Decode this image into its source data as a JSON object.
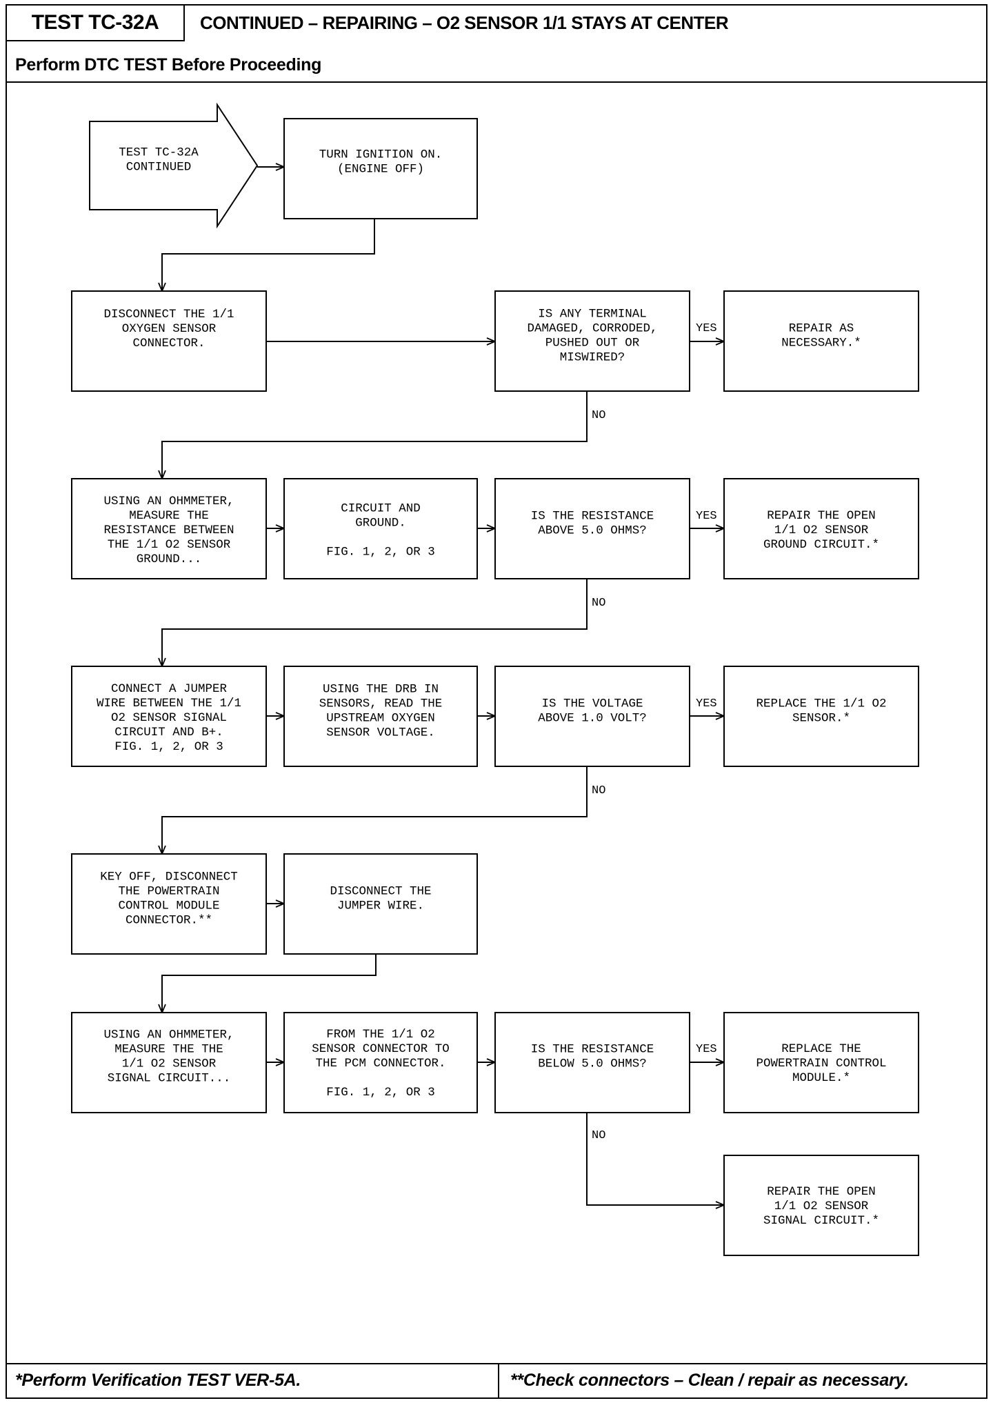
{
  "header": {
    "test_id": "TEST TC-32A",
    "title": "CONTINUED – REPAIRING – O2 SENSOR 1/1 STAYS AT CENTER",
    "subtitle": "Perform DTC TEST Before Proceeding"
  },
  "footer": {
    "left": "*Perform Verification TEST VER-5A.",
    "right": "**Check connectors – Clean / repair as necessary."
  },
  "flow": {
    "start": [
      "TEST TC-32A",
      "CONTINUED"
    ],
    "b1": [
      "TURN IGNITION ON.",
      "(ENGINE OFF)"
    ],
    "b2": [
      "DISCONNECT THE 1/1",
      "OXYGEN SENSOR",
      "CONNECTOR."
    ],
    "d1": [
      "IS ANY TERMINAL",
      "DAMAGED, CORRODED,",
      "PUSHED OUT OR",
      "MISWIRED?"
    ],
    "r1": [
      "REPAIR AS",
      "NECESSARY.*"
    ],
    "b3": [
      "USING AN OHMMETER,",
      "MEASURE THE",
      "RESISTANCE BETWEEN",
      "THE 1/1 O2 SENSOR",
      "GROUND..."
    ],
    "b4": [
      "CIRCUIT AND",
      "GROUND.",
      "",
      "FIG. 1, 2, OR 3"
    ],
    "d2": [
      "IS THE RESISTANCE",
      "ABOVE 5.0 OHMS?"
    ],
    "r2": [
      "REPAIR THE OPEN",
      "1/1 O2 SENSOR",
      "GROUND CIRCUIT.*"
    ],
    "b5": [
      "CONNECT A JUMPER",
      "WIRE BETWEEN THE 1/1",
      "O2 SENSOR SIGNAL",
      "CIRCUIT AND B+.",
      "FIG. 1, 2, OR 3"
    ],
    "b6": [
      "USING THE DRB IN",
      "SENSORS, READ THE",
      "UPSTREAM OXYGEN",
      "SENSOR VOLTAGE."
    ],
    "d3": [
      "IS THE VOLTAGE",
      "ABOVE 1.0 VOLT?"
    ],
    "r3": [
      "REPLACE THE 1/1 O2",
      "SENSOR.*"
    ],
    "b7": [
      "KEY OFF, DISCONNECT",
      "THE POWERTRAIN",
      "CONTROL MODULE",
      "CONNECTOR.**"
    ],
    "b8": [
      "DISCONNECT THE",
      "JUMPER WIRE."
    ],
    "b9": [
      "USING AN OHMMETER,",
      "MEASURE THE THE",
      "1/1 O2 SENSOR",
      "SIGNAL CIRCUIT..."
    ],
    "b10": [
      "FROM THE 1/1 O2",
      "SENSOR CONNECTOR TO",
      "THE PCM CONNECTOR.",
      "",
      "FIG. 1, 2, OR 3"
    ],
    "d4": [
      "IS THE RESISTANCE",
      "BELOW 5.0 OHMS?"
    ],
    "r4": [
      "REPLACE THE",
      "POWERTRAIN CONTROL",
      "MODULE.*"
    ],
    "r5": [
      "REPAIR THE OPEN",
      "1/1 O2 SENSOR",
      "SIGNAL CIRCUIT.*"
    ]
  },
  "labels": {
    "yes": "YES",
    "no": "NO"
  }
}
